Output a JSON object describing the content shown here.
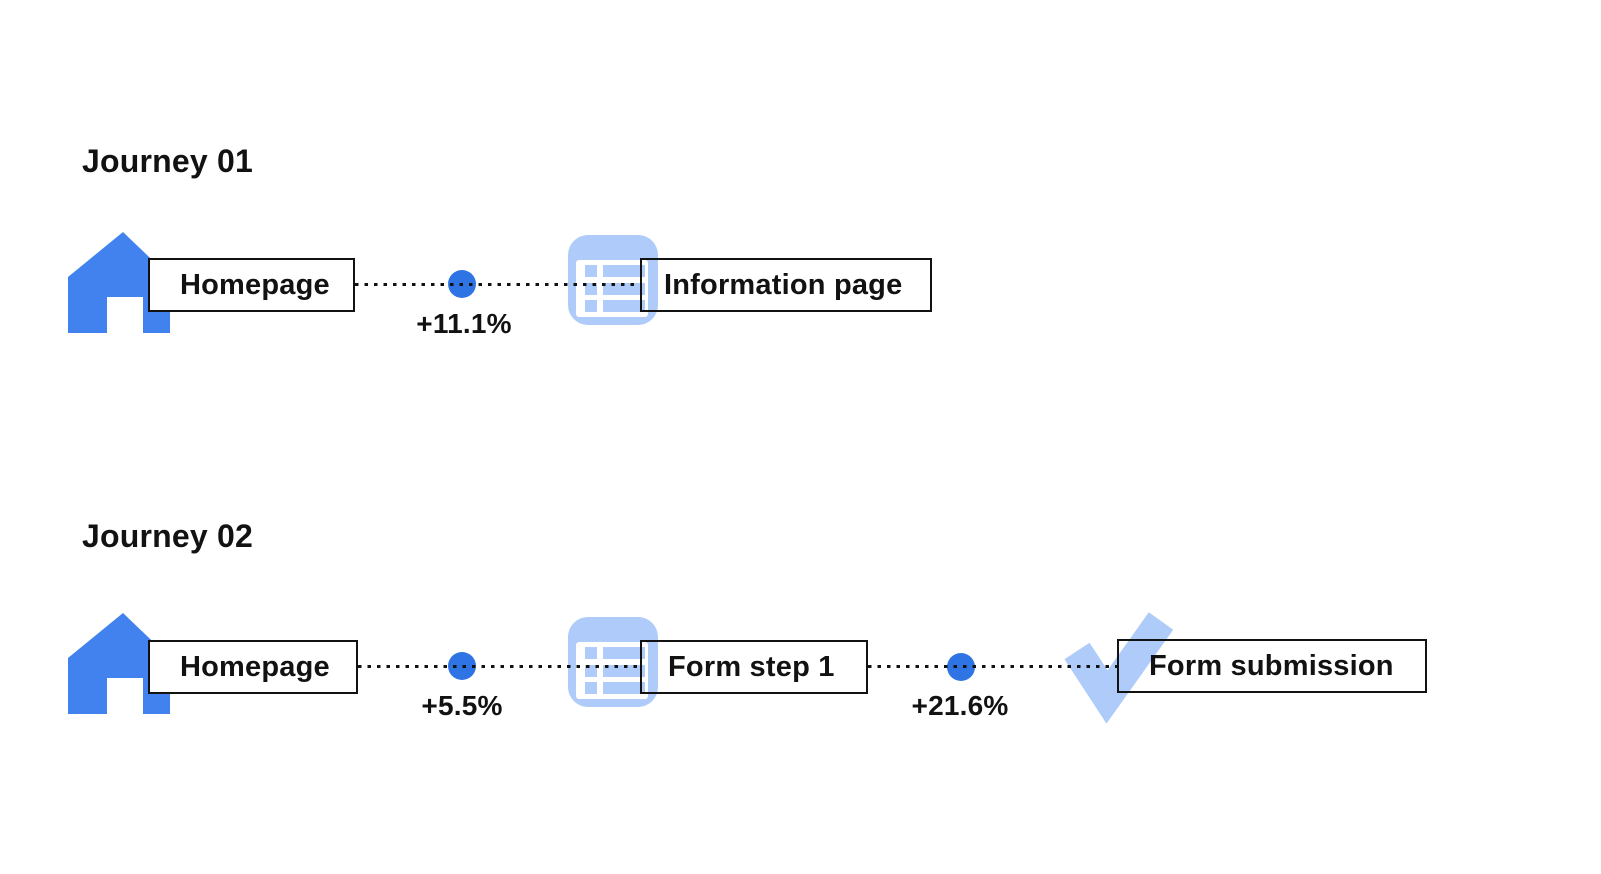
{
  "journeys": [
    {
      "title": "Journey 01",
      "steps": [
        {
          "icon": "home-icon",
          "label": "Homepage"
        },
        {
          "icon": "information-page-icon",
          "label": "Information page"
        }
      ],
      "transitions": [
        {
          "delta": "+11.1%"
        }
      ]
    },
    {
      "title": "Journey 02",
      "steps": [
        {
          "icon": "home-icon",
          "label": "Homepage"
        },
        {
          "icon": "form-page-icon",
          "label": "Form step 1"
        },
        {
          "icon": "check-icon",
          "label": "Form submission"
        }
      ],
      "transitions": [
        {
          "delta": "+5.5%"
        },
        {
          "delta": "+21.6%"
        }
      ]
    }
  ],
  "colors": {
    "node_blue": "#4182EE",
    "dot_blue": "#2F74E4",
    "light_blue": "#AECBFA",
    "text": "#121212",
    "background": "#FFFFFF"
  }
}
